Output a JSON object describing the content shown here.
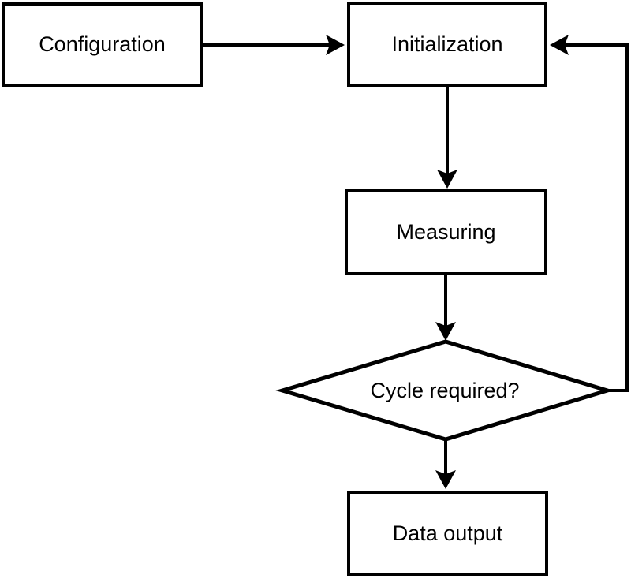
{
  "canvas": {
    "background": "#ffffff",
    "stroke_color": "#000000",
    "node_fill": "#ffffff",
    "text_color": "#000000"
  },
  "nodes": {
    "configuration": {
      "label": "Configuration",
      "shape": "rectangle"
    },
    "initialization": {
      "label": "Initialization",
      "shape": "rectangle"
    },
    "measuring": {
      "label": "Measuring",
      "shape": "rectangle"
    },
    "cycle_required": {
      "label": "Cycle required?",
      "shape": "diamond"
    },
    "data_output": {
      "label": "Data output",
      "shape": "rectangle"
    }
  },
  "edges": [
    {
      "from": "configuration",
      "to": "initialization"
    },
    {
      "from": "initialization",
      "to": "measuring"
    },
    {
      "from": "measuring",
      "to": "cycle_required"
    },
    {
      "from": "cycle_required",
      "to": "data_output"
    },
    {
      "from": "cycle_required",
      "to": "initialization"
    }
  ]
}
